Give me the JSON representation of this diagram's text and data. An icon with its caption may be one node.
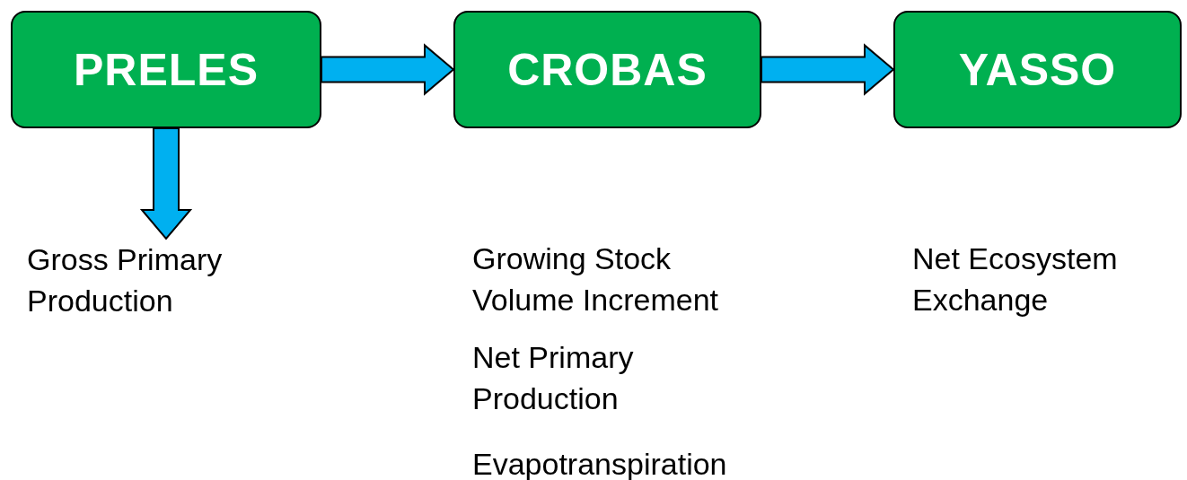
{
  "diagram": {
    "nodes": [
      {
        "text": [
          "PRELES"
        ]
      },
      {
        "text": [
          "CROBAS"
        ]
      },
      {
        "text": [
          "YASSO"
        ]
      },
      {
        "text": [
          "Gross Primary Production"
        ]
      }
    ],
    "edges": [
      {
        "from": 0,
        "to": 1,
        "arrow": "to"
      },
      {
        "from": 1,
        "to": 2,
        "arrow": "to"
      },
      {
        "from": 0,
        "to": 3,
        "arrow": "to"
      }
    ],
    "labels": [
      "Growing Stock Volume Increment",
      "Net Primary Production",
      "Evapotranspiration",
      "Net Ecosystem Exchange"
    ]
  }
}
